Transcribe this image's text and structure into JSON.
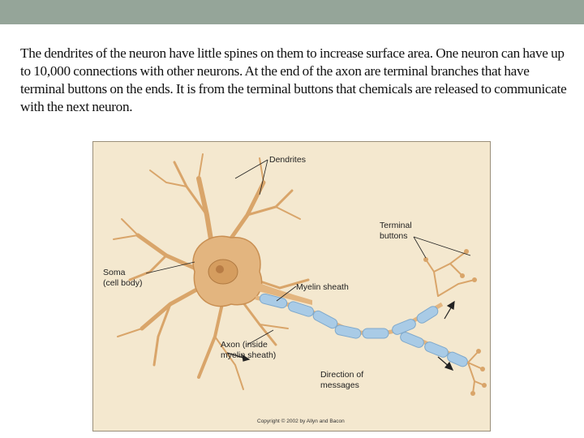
{
  "slide": {
    "paragraph": "The dendrites of the neuron have little spines on them to increase surface area.  One neuron can have up to 10,000 connections with other neurons.  At the end of the axon are terminal branches that have terminal buttons on the ends.  It is from the terminal buttons that chemicals are released to communicate with the next neuron."
  },
  "figure": {
    "labels": {
      "dendrites": "Dendrites",
      "terminal_line1": "Terminal",
      "terminal_line2": "buttons",
      "soma_line1": "Soma",
      "soma_line2": "(cell body)",
      "myelin": "Myelin sheath",
      "axon_line1": "Axon (inside",
      "axon_line2": "myelin sheath)",
      "direction_line1": "Direction of",
      "direction_line2": "messages"
    },
    "copyright": "Copyright © 2002 by Allyn and Bacon",
    "colors": {
      "background": "#f4e8cf",
      "neuron": "#e3b57f",
      "neuron_outline": "#c98f52",
      "myelin": "#a9cbe6",
      "header_band": "#95a599"
    }
  }
}
